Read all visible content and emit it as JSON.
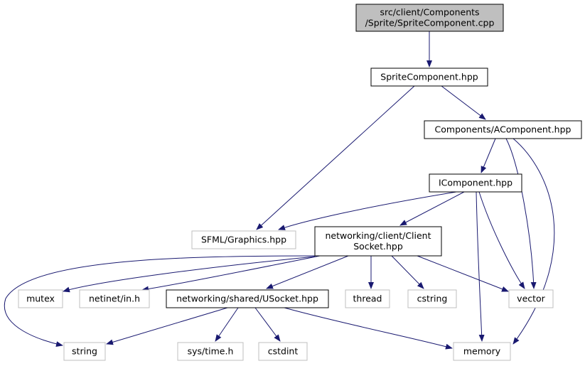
{
  "colors": {
    "edge": "#191970",
    "root_fill": "#bfbfbf",
    "node_fill": "#ffffff",
    "local_stroke": "#000000",
    "external_stroke": "#bfbfbf",
    "text": "#000000"
  },
  "nodes": {
    "sprite_cpp": {
      "lines": [
        "src/client/Components",
        "/Sprite/SpriteComponent.cpp"
      ],
      "kind": "root"
    },
    "sprite_hpp": {
      "lines": [
        "SpriteComponent.hpp"
      ],
      "kind": "local"
    },
    "acomponent": {
      "lines": [
        "Components/AComponent.hpp"
      ],
      "kind": "local"
    },
    "icomponent": {
      "lines": [
        "IComponent.hpp"
      ],
      "kind": "local"
    },
    "sfml": {
      "lines": [
        "SFML/Graphics.hpp"
      ],
      "kind": "external"
    },
    "clientsocket": {
      "lines": [
        "networking/client/Client",
        "Socket.hpp"
      ],
      "kind": "local"
    },
    "mutex": {
      "lines": [
        "mutex"
      ],
      "kind": "external"
    },
    "netinet": {
      "lines": [
        "netinet/in.h"
      ],
      "kind": "external"
    },
    "usocket": {
      "lines": [
        "networking/shared/USocket.hpp"
      ],
      "kind": "local"
    },
    "thread": {
      "lines": [
        "thread"
      ],
      "kind": "external"
    },
    "cstring": {
      "lines": [
        "cstring"
      ],
      "kind": "external"
    },
    "vector": {
      "lines": [
        "vector"
      ],
      "kind": "external"
    },
    "string": {
      "lines": [
        "string"
      ],
      "kind": "external"
    },
    "systime": {
      "lines": [
        "sys/time.h"
      ],
      "kind": "external"
    },
    "cstdint": {
      "lines": [
        "cstdint"
      ],
      "kind": "external"
    },
    "memory": {
      "lines": [
        "memory"
      ],
      "kind": "external"
    }
  },
  "edges": [
    [
      "sprite_cpp",
      "sprite_hpp"
    ],
    [
      "sprite_hpp",
      "sfml"
    ],
    [
      "sprite_hpp",
      "acomponent"
    ],
    [
      "acomponent",
      "icomponent"
    ],
    [
      "acomponent",
      "vector"
    ],
    [
      "acomponent",
      "memory"
    ],
    [
      "icomponent",
      "sfml"
    ],
    [
      "icomponent",
      "clientsocket"
    ],
    [
      "icomponent",
      "vector"
    ],
    [
      "icomponent",
      "memory"
    ],
    [
      "clientsocket",
      "mutex"
    ],
    [
      "clientsocket",
      "netinet"
    ],
    [
      "clientsocket",
      "usocket"
    ],
    [
      "clientsocket",
      "thread"
    ],
    [
      "clientsocket",
      "cstring"
    ],
    [
      "clientsocket",
      "vector"
    ],
    [
      "clientsocket",
      "string"
    ],
    [
      "usocket",
      "string"
    ],
    [
      "usocket",
      "systime"
    ],
    [
      "usocket",
      "cstdint"
    ],
    [
      "usocket",
      "memory"
    ]
  ]
}
